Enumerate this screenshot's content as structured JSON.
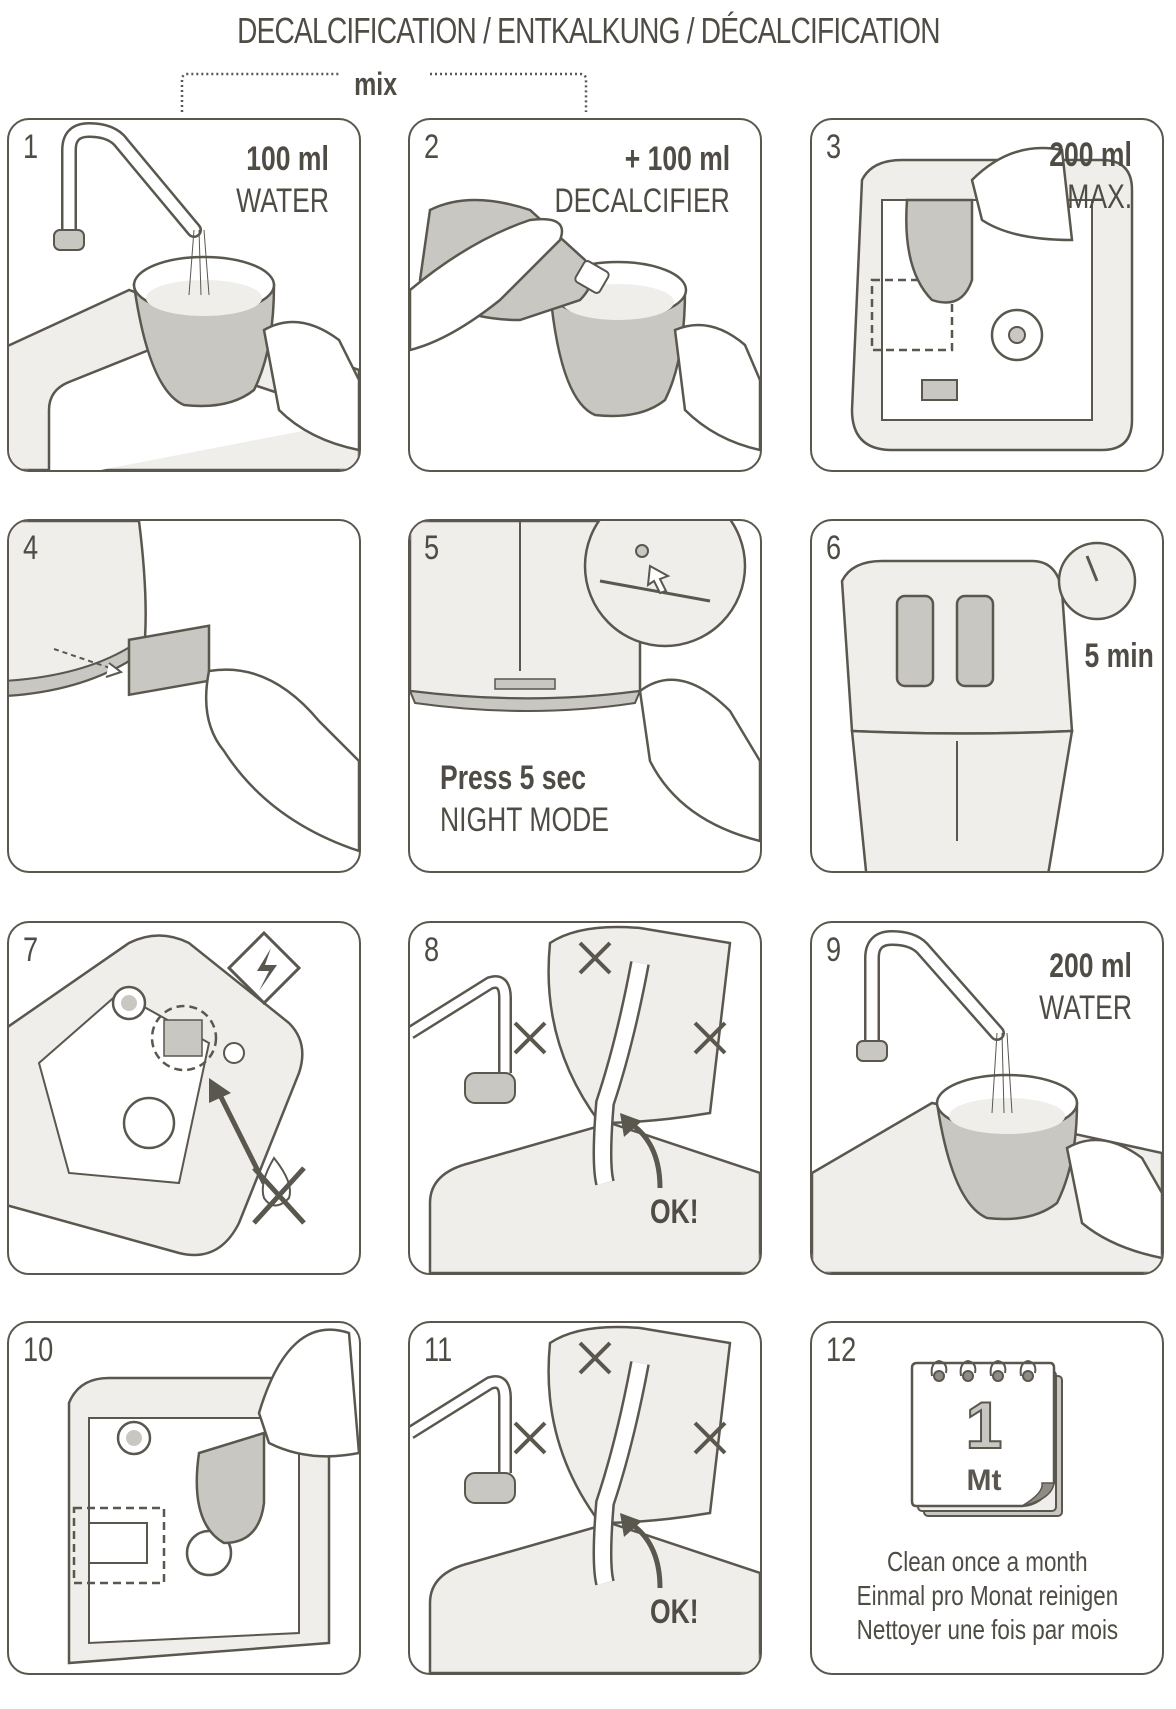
{
  "title": "DECALCIFICATION / ENTKALKUNG / DÉCALCIFICATION",
  "mix_label": "mix",
  "colors": {
    "line": "#5a574f",
    "fill": "#c9c7c1",
    "light": "#efeeea"
  },
  "steps": [
    {
      "number": "1",
      "amount": "100 ml",
      "label": "WATER"
    },
    {
      "number": "2",
      "amount": "+ 100 ml",
      "label": "DECALCIFIER"
    },
    {
      "number": "3",
      "amount": "200 ml",
      "label": "MAX."
    },
    {
      "number": "4"
    },
    {
      "number": "5",
      "amount": "Press 5 sec",
      "label": "NIGHT MODE"
    },
    {
      "number": "6",
      "amount": "5 min"
    },
    {
      "number": "7"
    },
    {
      "number": "8",
      "ok": "OK!"
    },
    {
      "number": "9",
      "amount": "200 ml",
      "label": "WATER"
    },
    {
      "number": "10"
    },
    {
      "number": "11",
      "ok": "OK!"
    },
    {
      "number": "12",
      "calendar_number": "1",
      "calendar_unit": "Mt",
      "captions": [
        "Clean once a month",
        "Einmal pro Monat reinigen",
        "Nettoyer une fois par mois"
      ]
    }
  ]
}
